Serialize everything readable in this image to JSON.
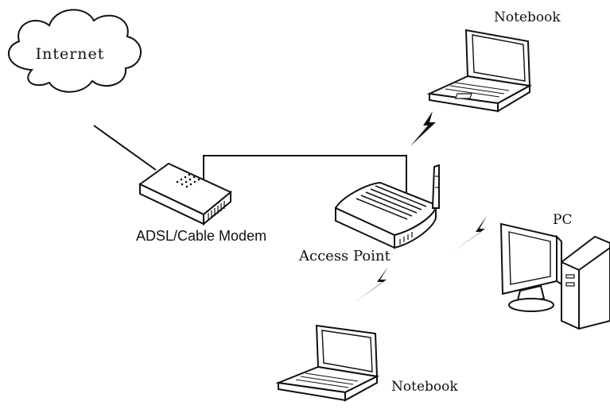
{
  "labels": {
    "internet": "Internet",
    "modem": "ADSL/Cable Modem",
    "access_point": "Access Point",
    "notebook_top": "Notebook",
    "notebook_bottom": "Notebook",
    "pc": "PC"
  },
  "colors": {
    "stroke": "#111111",
    "background": "#ffffff"
  }
}
